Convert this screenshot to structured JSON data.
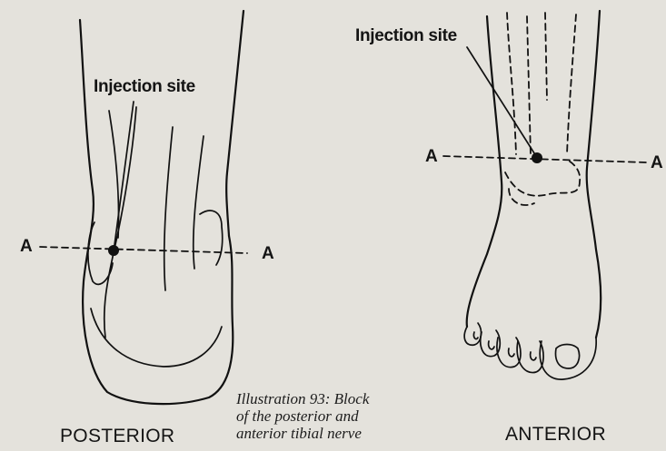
{
  "posterior": {
    "injection_label": "Injection site",
    "axis_left": "A",
    "axis_right": "A",
    "view_label": "POSTERIOR"
  },
  "anterior": {
    "injection_label": "Injection site",
    "axis_left": "A",
    "axis_right": "A",
    "view_label": "ANTERIOR"
  },
  "caption": {
    "line1": "Illustration 93: Block",
    "line2": "of the posterior and",
    "line3": "anterior tibial nerve"
  },
  "colors": {
    "background": "#e4e2dc",
    "ink": "#111111"
  }
}
